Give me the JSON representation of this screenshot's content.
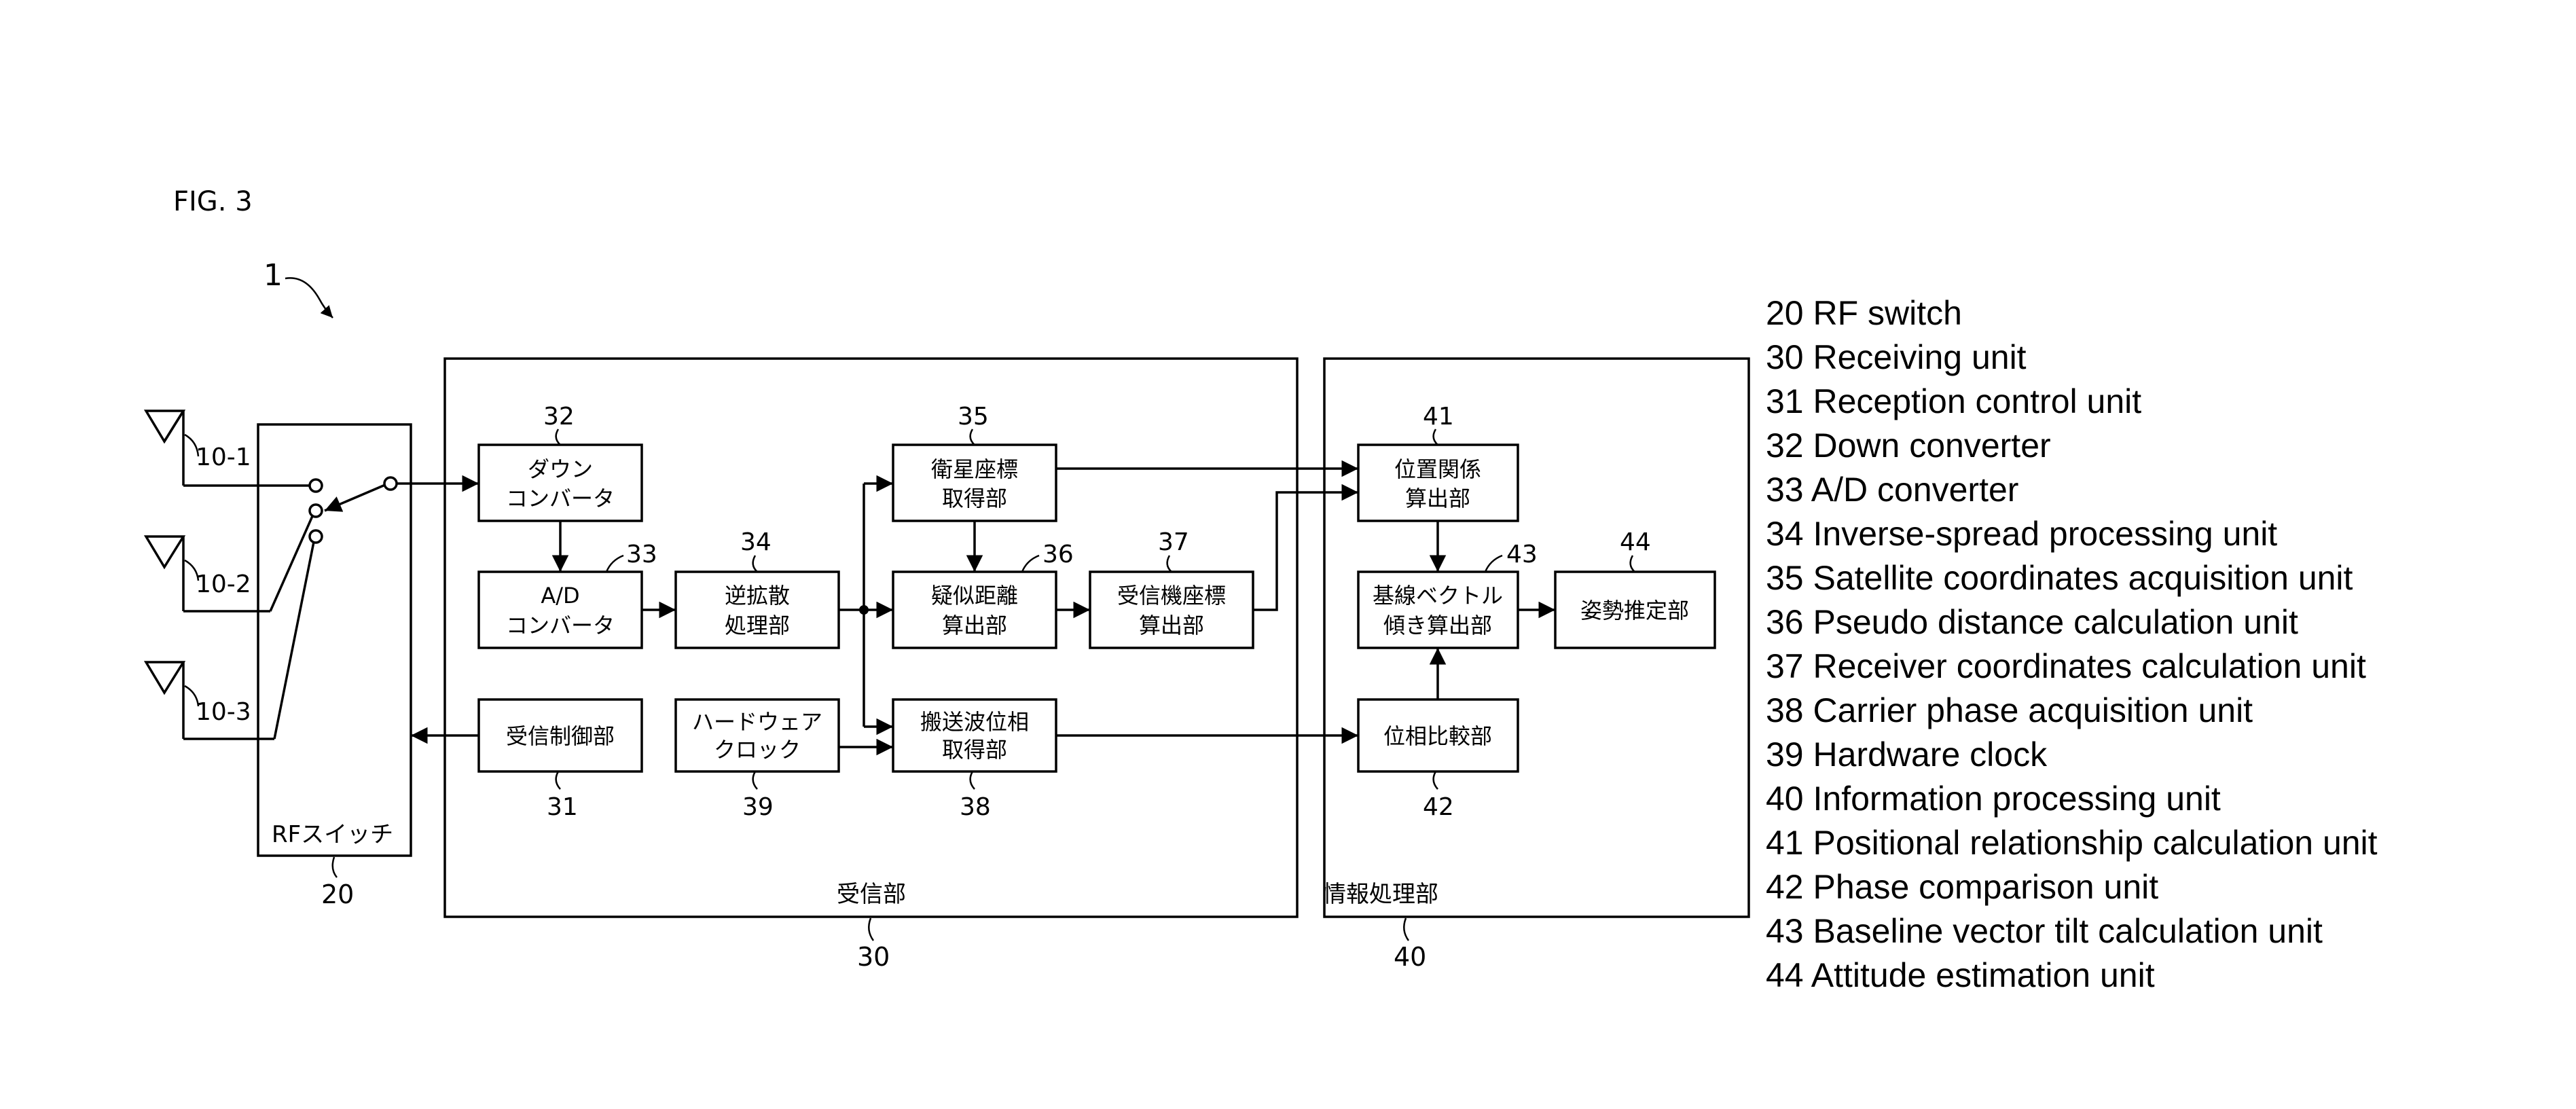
{
  "figure_label": "FIG. 3",
  "system_ref": "1",
  "antennas": [
    {
      "label": "10-1"
    },
    {
      "label": "10-2"
    },
    {
      "label": "10-3"
    }
  ],
  "rf_switch": {
    "label": "RFスイッチ",
    "ref": "20"
  },
  "receiving_unit": {
    "label": "受信部",
    "ref": "30"
  },
  "info_unit": {
    "label": "情報処理部",
    "ref": "40"
  },
  "blocks": {
    "b32": {
      "line1": "ダウン",
      "line2": "コンバータ",
      "ref": "32"
    },
    "b33": {
      "line1": "A/D",
      "line2": "コンバータ",
      "ref": "33"
    },
    "b34": {
      "line1": "逆拡散",
      "line2": "処理部",
      "ref": "34"
    },
    "b35": {
      "line1": "衛星座標",
      "line2": "取得部",
      "ref": "35"
    },
    "b36": {
      "line1": "疑似距離",
      "line2": "算出部",
      "ref": "36"
    },
    "b37": {
      "line1": "受信機座標",
      "line2": "算出部",
      "ref": "37"
    },
    "b31": {
      "line1": "受信制御部",
      "ref": "31"
    },
    "b39": {
      "line1": "ハードウェア",
      "line2": "クロック",
      "ref": "39"
    },
    "b38": {
      "line1": "搬送波位相",
      "line2": "取得部",
      "ref": "38"
    },
    "b41": {
      "line1": "位置関係",
      "line2": "算出部",
      "ref": "41"
    },
    "b43": {
      "line1": "基線ベクトル",
      "line2": "傾き算出部",
      "ref": "43"
    },
    "b42": {
      "line1": "位相比較部",
      "ref": "42"
    },
    "b44": {
      "line1": "姿勢推定部",
      "ref": "44"
    }
  },
  "legend": [
    "20 RF switch",
    "30 Receiving unit",
    "31 Reception control unit",
    "32 Down converter",
    "33 A/D converter",
    "34 Inverse-spread processing unit",
    "35 Satellite coordinates acquisition unit",
    "36 Pseudo distance calculation unit",
    "37 Receiver coordinates calculation unit",
    "38 Carrier phase acquisition unit",
    "39 Hardware clock",
    "40 Information processing unit",
    "41 Positional relationship calculation unit",
    "42 Phase comparison unit",
    "43 Baseline vector tilt calculation unit",
    "44 Attitude estimation unit"
  ]
}
